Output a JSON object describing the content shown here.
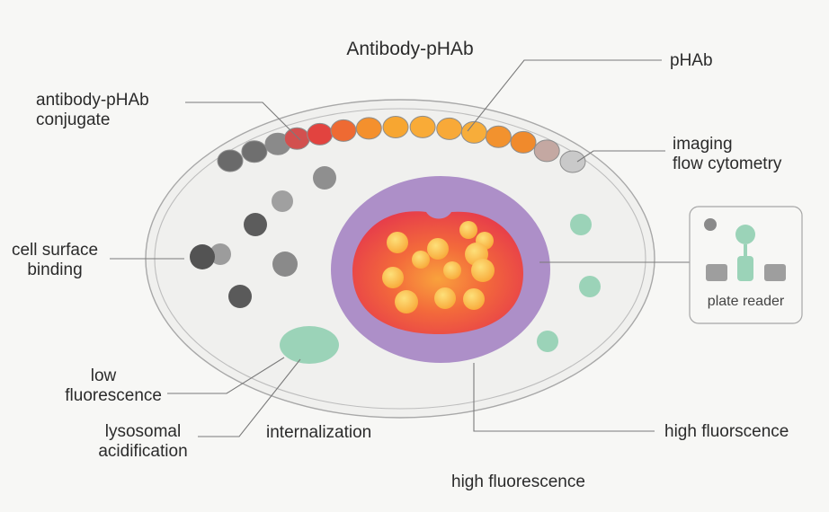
{
  "title": "Antibody-pHAb",
  "labels": {
    "phab": "pHAb",
    "conjugate_line1": "antibody-pHAb",
    "conjugate_line2": "conjugate",
    "imaging_line1": "imaging",
    "imaging_line2": "flow cytometry",
    "binding_line1": "cell surface",
    "binding_line2": "binding",
    "low_line1": "low",
    "low_line2": "fluorescence",
    "lysosomal_line1": "lysosomal",
    "lysosomal_line2": "acidification",
    "internalization": "internalization",
    "high_fluorscence": "high fluorscence",
    "high_fluorescence": "high fluorescence",
    "plate_reader": "plate reader"
  },
  "colors": {
    "cell_fill": "#f0f0ee",
    "cell_outline": "#9a9a9a",
    "lysosome_outer": "#ab8cc6",
    "lysosome_inner": "#e8404a",
    "dye_fluorescent": "#f5a13c",
    "dye_dark": "#6d6d6d",
    "low_fluorescence_green": "#9bd3b8",
    "label_text": "#2b2b2b"
  },
  "bead_chain_colors": [
    "#6a6a6a",
    "#6f6f6f",
    "#8a8a8a",
    "#d2504f",
    "#e2433f",
    "#ee6a33",
    "#f4902d",
    "#f7a631",
    "#f9ab37",
    "#f8a938",
    "#f7ad3a",
    "#f2922e",
    "#f08a2c",
    "#c4a8a2",
    "#c9c9c9"
  ],
  "icons": [
    "plate-reader-icon",
    "antibody-icon"
  ]
}
